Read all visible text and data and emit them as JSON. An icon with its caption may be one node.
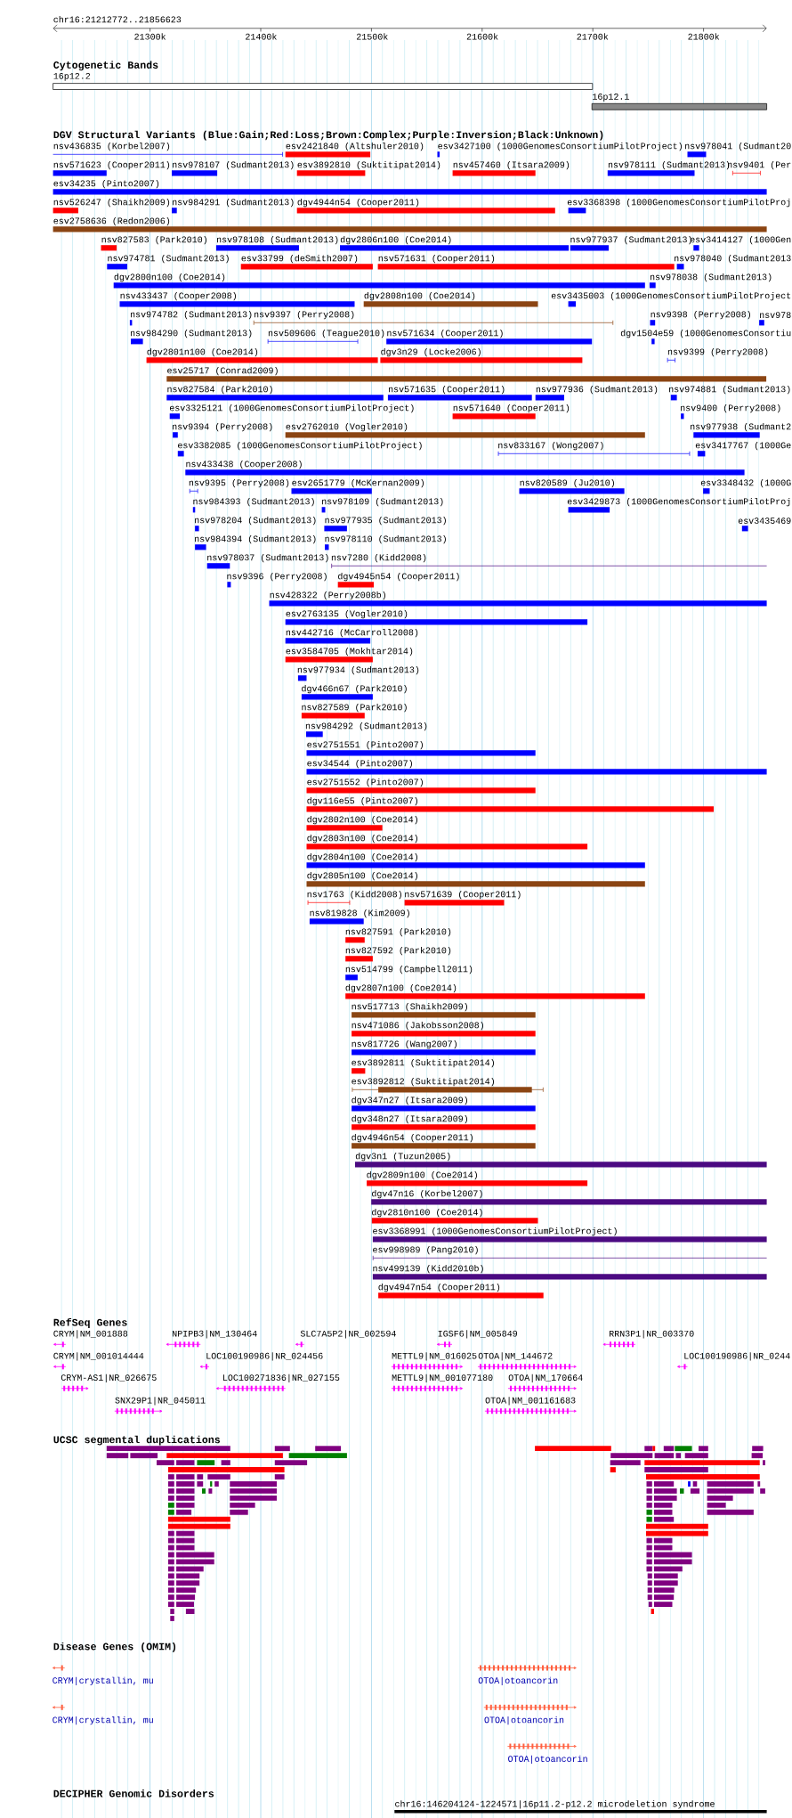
{
  "diagram": {
    "title": "chr16:21212772..21856623",
    "labels": [
      "21300k",
      "21400k",
      "21500k",
      "21600k",
      "21700k",
      "21800k",
      "Cytogenetic Bands",
      "16p12.2",
      "16p12.1",
      "DGV Structural Variants (Blue:Gain;Red:Loss;Brown:Complex;Purple:Inversion;Black:Unknown)",
      "nsv436835 (Korbel2007)",
      "esv2421840 (Altshuler2010)",
      "esv3427100 (1000GenomesConsortiumPilotProject)",
      "nsv978041 (Sudmant20",
      "nsv571623 (Cooper2011)",
      "nsv978107 (Sudmant2013)",
      "esv3892810 (Suktitipat2014)",
      "nsv457460 (Itsara2009)",
      "nsv978111 (Sudmant2013)",
      "nsv9401 (Per",
      "esv34235 (Pinto2007)",
      "nsv526247 (Shaikh2009)",
      "nsv984291 (Sudmant2013)",
      "dgv4944n54 (Cooper2011)",
      "esv3368398 (1000GenomesConsortiumPilotProj",
      "esv2758636 (Redon2006)",
      "nsv827583 (Park2010)",
      "nsv978108 (Sudmant2013)",
      "dgv2806n100 (Coe2014)",
      "nsv977937 (Sudmant2013)",
      "esv3414127 (1000Gen",
      "nsv974781 (Sudmant2013)",
      "esv33799 (deSmith2007)",
      "nsv571631 (Cooper2011)",
      "nsv978040 (Sudmant2013",
      "dgv2800n100 (Coe2014)",
      "nsv978038 (Sudmant2013)",
      "nsv433437 (Cooper2008)",
      "dgv2808n100 (Coe2014)",
      "esv3435003 (1000GenomesConsortiumPilotProject",
      "nsv974782 (Sudmant2013)",
      "nsv9397 (Perry2008)",
      "nsv9398 (Perry2008)",
      "nsv978",
      "nsv984290 (Sudmant2013)",
      "nsv509606 (Teague2010)",
      "nsv571634 (Cooper2011)",
      "dgv1504e59 (1000GenomesConsortiu",
      "dgv2801n100 (Coe2014)",
      "dgv3n29 (Locke2006)",
      "nsv9399 (Perry2008)",
      "esv25717 (Conrad2009)",
      "nsv827584 (Park2010)",
      "nsv571635 (Cooper2011)",
      "nsv977936 (Sudmant2013)",
      "nsv974881 (Sudmant2013)",
      "esv3325121 (1000GenomesConsortiumPilotProject)",
      "nsv571640 (Cooper2011)",
      "nsv9400 (Perry2008)",
      "nsv9394 (Perry2008)",
      "esv2762010 (Vogler2010)",
      "nsv977938 (Sudmant2",
      "esv3382085 (1000GenomesConsortiumPilotProject)",
      "nsv833167 (Wong2007)",
      "esv3417767 (1000Ge",
      "nsv433438 (Cooper2008)",
      "nsv9395 (Perry2008)",
      "esv2651779 (McKernan2009)",
      "nsv820589 (Ju2010)",
      "esv3348432 (1000G",
      "nsv984393 (Sudmant2013)",
      "nsv978109 (Sudmant2013)",
      "esv3429873 (1000GenomesConsortiumPilotProj",
      "nsv978204 (Sudmant2013)",
      "nsv977935 (Sudmant2013)",
      "esv3435469",
      "nsv984394 (Sudmant2013)",
      "nsv978110 (Sudmant2013)",
      "nsv978037 (Sudmant2013)",
      "nsv7280 (Kidd2008)",
      "nsv9396 (Perry2008)",
      "dgv4945n54 (Cooper2011)",
      "nsv428322 (Perry2008b)",
      "esv2763135 (Vogler2010)",
      "nsv442716 (McCarroll2008)",
      "esv3584705 (Mokhtar2014)",
      "nsv977934 (Sudmant2013)",
      "dgv466n67 (Park2010)",
      "nsv827589 (Park2010)",
      "nsv984292 (Sudmant2013)",
      "esv2751551 (Pinto2007)",
      "esv34544 (Pinto2007)",
      "esv2751552 (Pinto2007)",
      "dgv116e55 (Pinto2007)",
      "dgv2802n100 (Coe2014)",
      "dgv2803n100 (Coe2014)",
      "dgv2804n100 (Coe2014)",
      "dgv2805n100 (Coe2014)",
      "nsv1763 (Kidd2008)",
      "nsv571639 (Cooper2011)",
      "nsv819828 (Kim2009)",
      "nsv827591 (Park2010)",
      "nsv827592 (Park2010)",
      "nsv514799 (Campbell2011)",
      "dgv2807n100 (Coe2014)",
      "nsv517713 (Shaikh2009)",
      "nsv471086 (Jakobsson2008)",
      "nsv817726 (Wang2007)",
      "esv3892811 (Suktitipat2014)",
      "esv3892812 (Suktitipat2014)",
      "dgv347n27 (Itsara2009)",
      "dgv348n27 (Itsara2009)",
      "dgv4946n54 (Cooper2011)",
      "dgv3n1 (Tuzun2005)",
      "dgv2809n100 (Coe2014)",
      "dgv47n16 (Korbel2007)",
      "dgv2810n100 (Coe2014)",
      "esv3368991 (1000GenomesConsortiumPilotProject)",
      "esv998989 (Pang2010)",
      "nsv499139 (Kidd2010b)",
      "dgv4947n54 (Cooper2011)",
      "RefSeq Genes",
      "CRYM|NM_001888",
      "NPIPB3|NM_130464",
      "SLC7A5P2|NR_002594",
      "IGSF6|NM_005849",
      "RRN3P1|NR_003370",
      "CRYM|NM_001014444",
      "LOC100190986|NR_024456",
      "METTL9|NM_016025",
      "OTOA|NM_144672",
      "LOC100190986|NR_0244",
      "CRYM-AS1|NR_026675",
      "LOC100271836|NR_027155",
      "METTL9|NM_001077180",
      "OTOA|NM_170664",
      "SNX29P1|NR_045011",
      "OTOA|NM_001161683",
      "UCSC segmental duplications",
      "Disease Genes (OMIM)",
      "CRYM|crystallin, mu",
      "OTOA|otoancorin",
      "CRYM|crystallin, mu",
      "OTOA|otoancorin",
      "OTOA|otoancorin",
      "DECIPHER Genomic Disorders",
      "chr16:146204124-1224571|16p11.2-p12.2 microdeletion syndrome"
    ]
  }
}
